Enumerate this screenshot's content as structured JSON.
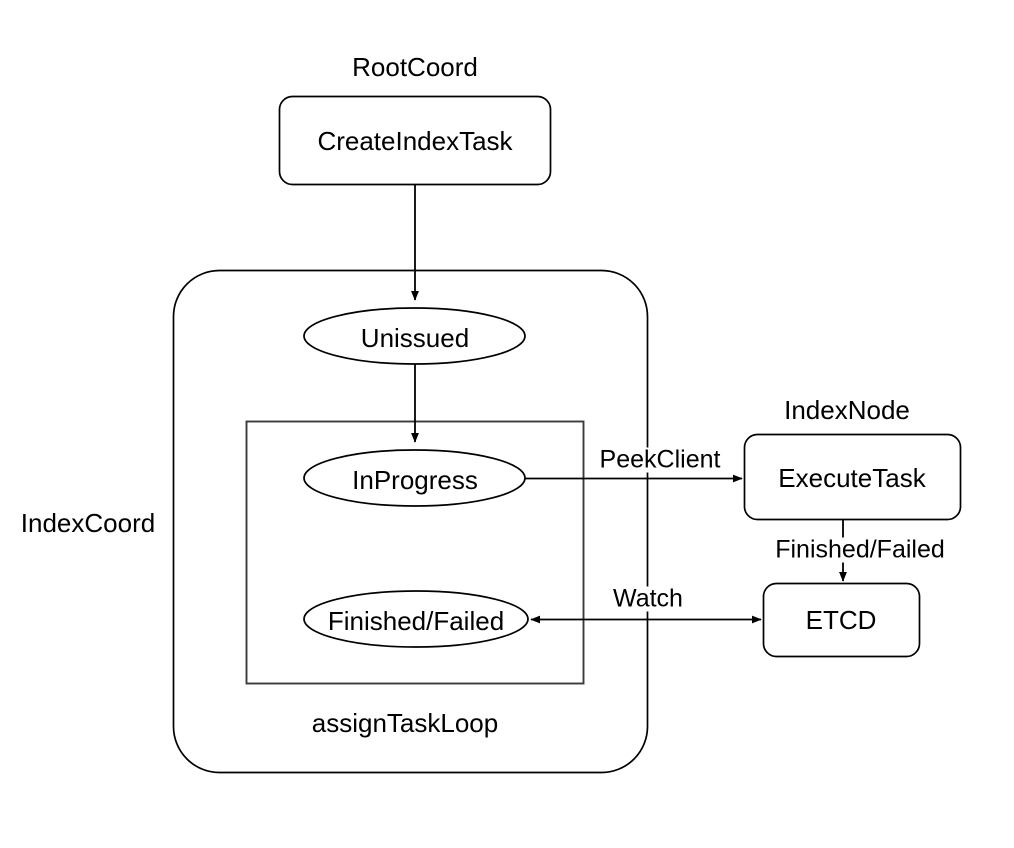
{
  "diagram": {
    "title_labels": {
      "root_coord": "RootCoord",
      "index_coord": "IndexCoord",
      "index_node": "IndexNode",
      "assign_task_loop": "assignTaskLoop"
    },
    "nodes": {
      "create_index_task": "CreateIndexTask",
      "unissued": "Unissued",
      "in_progress": "InProgress",
      "finished_failed_state": "Finished/Failed",
      "execute_task": "ExecuteTask",
      "etcd": "ETCD"
    },
    "edges": {
      "peek_client": "PeekClient",
      "finished_failed": "Finished/Failed",
      "watch": "Watch"
    },
    "colors": {
      "stroke": "#000000",
      "background": "#ffffff",
      "text": "#000000"
    }
  }
}
